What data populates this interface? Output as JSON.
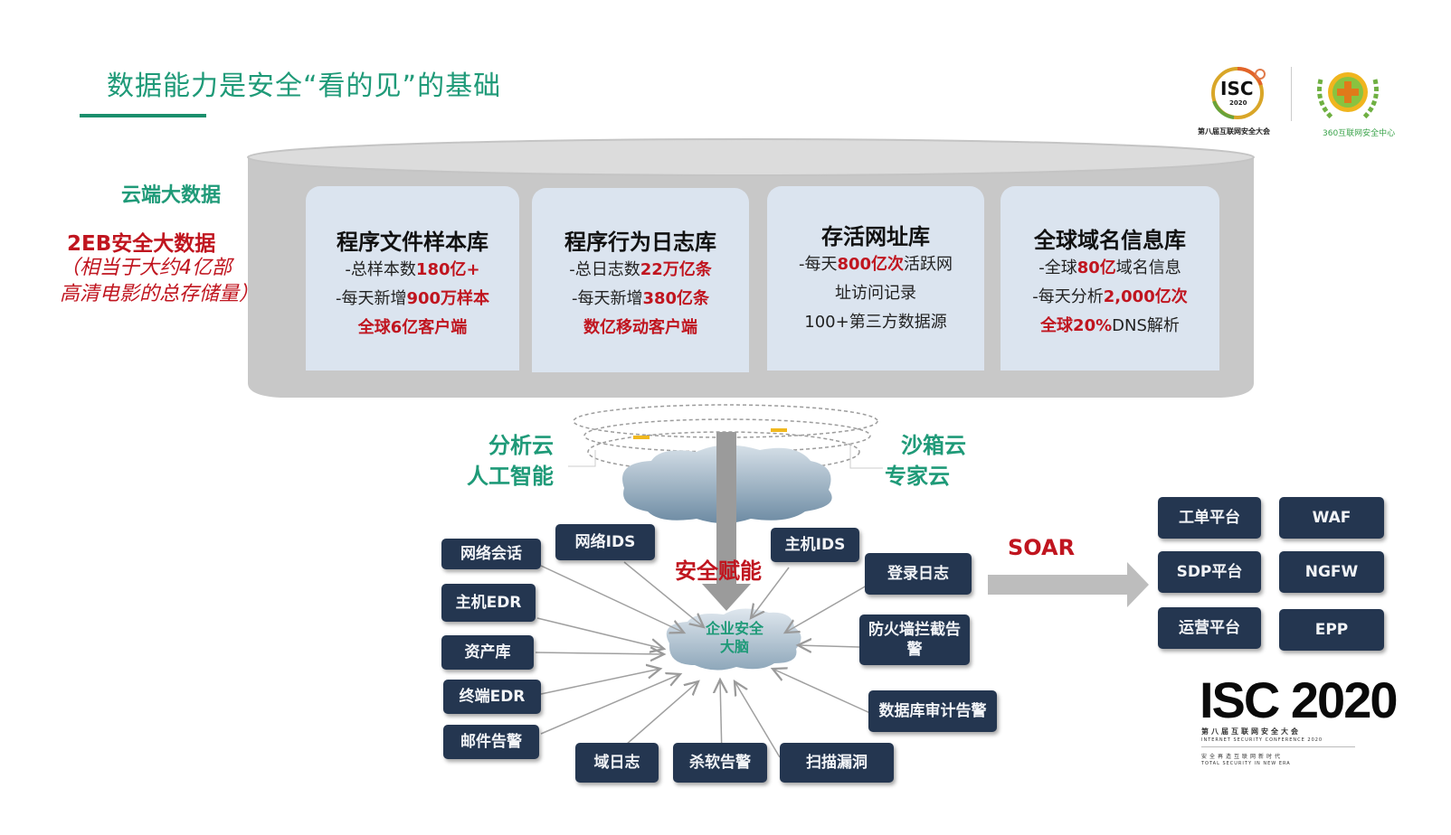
{
  "slide": {
    "title": "数据能力是安全“看的见”的基础"
  },
  "logos": {
    "isc_badge": "ISC",
    "isc_badge_year": "2020",
    "isc_caption": "第八届互联网安全大会",
    "center_caption": "360互联网安全中心",
    "big_isc": "ISC 2020",
    "big_isc_sub1": "第八届互联网安全大会",
    "big_isc_sub2": "INTERNET SECURITY CONFERENCE 2020",
    "big_isc_sub3": "安全再造互联网新时代",
    "big_isc_sub4": "TOTAL SECURITY IN NEW ERA"
  },
  "side": {
    "cloud_label": "云端大数据",
    "headline": "2EB安全大数据",
    "note": "（相当于大约4亿部高清电影的总存储量）"
  },
  "databases": [
    {
      "title": "程序文件样本库",
      "lines": [
        {
          "pre": "-总样本数",
          "hl": "180亿+",
          "post": ""
        },
        {
          "pre": "-每天新增",
          "hl": "900万样本",
          "post": ""
        },
        {
          "pre": "",
          "hl": "全球6亿客户端",
          "post": ""
        }
      ]
    },
    {
      "title": "程序行为日志库",
      "lines": [
        {
          "pre": "-总日志数",
          "hl": "22万亿条",
          "post": ""
        },
        {
          "pre": "-每天新增",
          "hl": "380亿条",
          "post": ""
        },
        {
          "pre": "",
          "hl": "数亿移动客户端",
          "post": ""
        }
      ]
    },
    {
      "title": "存活网址库",
      "lines": [
        {
          "pre": "-每天",
          "hl": "800亿次",
          "post": "活跃网"
        },
        {
          "pre": "址访问记录",
          "hl": "",
          "post": ""
        },
        {
          "pre": "100+第三方数据源",
          "hl": "",
          "post": ""
        }
      ]
    },
    {
      "title": "全球域名信息库",
      "lines": [
        {
          "pre": "-全球",
          "hl": "80亿",
          "post": "域名信息"
        },
        {
          "pre": "-每天分析",
          "hl": "2,000亿次",
          "post": ""
        },
        {
          "pre": "",
          "hl": "全球20%",
          "post": "DNS解析"
        }
      ]
    }
  ],
  "cloud_services": {
    "left_1": "分析云",
    "left_2": "人工智能",
    "right_1": "沙箱云",
    "right_2": "专家云"
  },
  "center": {
    "empower_label": "安全赋能",
    "brain_label_1": "企业安全",
    "brain_label_2": "大脑"
  },
  "sources": [
    "网络会话",
    "网络IDS",
    "主机EDR",
    "资产库",
    "终端EDR",
    "邮件告警",
    "域日志",
    "杀软告警",
    "扫描漏洞",
    "数据库审计告警",
    "防火墙拦截告警",
    "登录日志",
    "主机IDS"
  ],
  "soar": {
    "label": "SOAR",
    "targets": [
      "工单平台",
      "WAF",
      "SDP平台",
      "NGFW",
      "运营平台",
      "EPP"
    ]
  },
  "colors": {
    "green": "#1f9a78",
    "red": "#c0151f",
    "node_bg": "#243650",
    "card_bg": "#dbe4ef",
    "cylinder": "#c8c8c8"
  }
}
